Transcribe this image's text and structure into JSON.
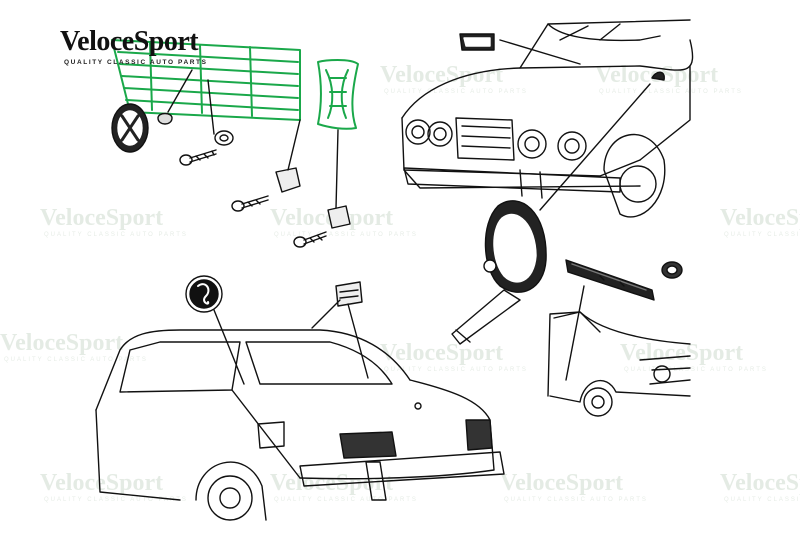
{
  "logo": {
    "name_part1": "Veloce",
    "name_part2": "Sport",
    "tagline": "QUALITY CLASSIC AUTO PARTS"
  },
  "watermark": {
    "text": "VeloceSport",
    "tagline": "QUALITY CLASSIC AUTO PARTS"
  },
  "colors": {
    "highlight_part": "#1aa84a",
    "line_art": "#111111",
    "watermark": "#3b6e3b"
  }
}
